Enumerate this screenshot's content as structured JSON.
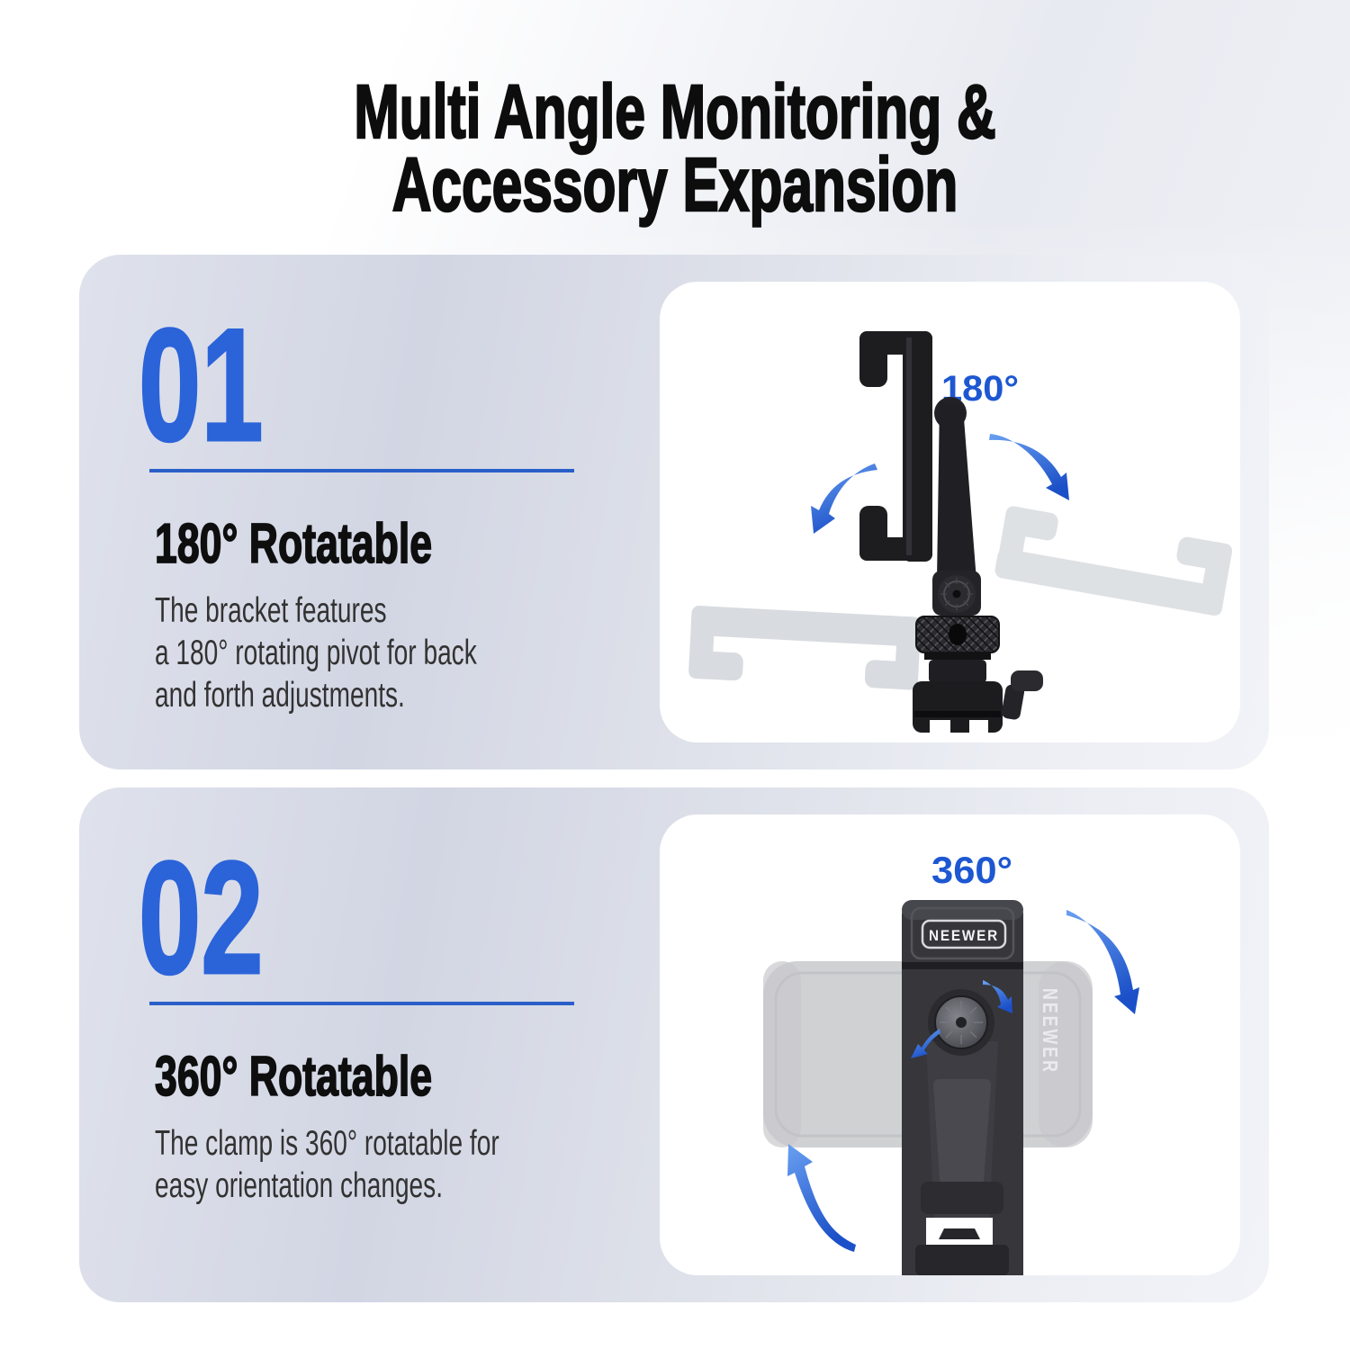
{
  "page_title": {
    "line1": "Multi Angle Monitoring &",
    "line2": "Accessory Expansion"
  },
  "colors": {
    "accent_blue": "#2b63d9",
    "label_blue": "#1d57d2",
    "divider_blue": "#2a5fc9",
    "heading_color": "#0e0e0e",
    "body_color": "#323232"
  },
  "sections": [
    {
      "number": "01",
      "heading": "180° Rotatable",
      "body": "The bracket features\na 180° rotating pivot for back\nand forth adjustments.",
      "figure": {
        "angle_label": "180°",
        "icons": [
          "rotate-left-arrow-icon",
          "rotate-right-arrow-icon",
          "phone-clamp-bracket-illustration"
        ]
      }
    },
    {
      "number": "02",
      "heading": "360° Rotatable",
      "body": "The clamp is 360° rotatable for\neasy orientation changes.",
      "figure": {
        "angle_label": "360°",
        "brand": "NEEWER",
        "icons": [
          "rotate-clockwise-arrow-icon",
          "rotate-counterclockwise-arrow-icon",
          "clamp-illustration"
        ]
      }
    }
  ]
}
